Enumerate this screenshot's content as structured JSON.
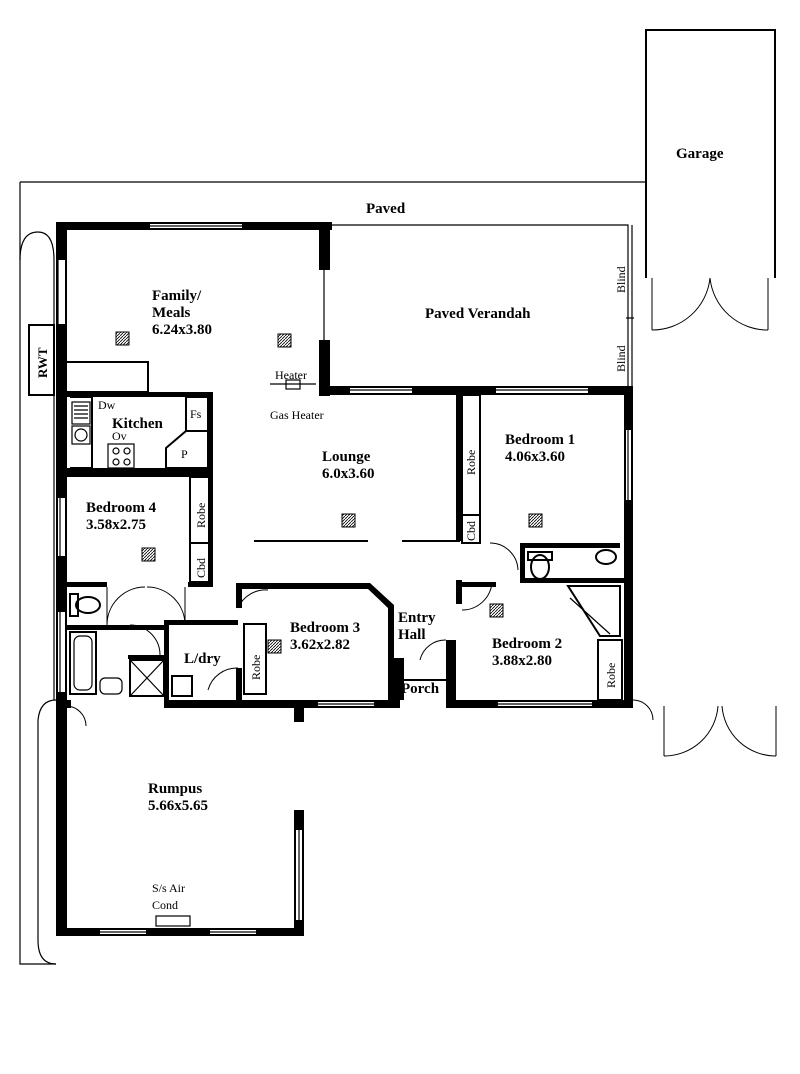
{
  "rooms": {
    "garage": {
      "name": "Garage"
    },
    "paved": {
      "name": "Paved"
    },
    "verandah": {
      "name": "Paved Verandah"
    },
    "family": {
      "name_line1": "Family/",
      "name_line2": "Meals",
      "size": "6.24x3.80"
    },
    "kitchen": {
      "name": "Kitchen"
    },
    "lounge": {
      "name": "Lounge",
      "size": "6.0x3.60"
    },
    "bedroom1": {
      "name": "Bedroom 1",
      "size": "4.06x3.60"
    },
    "bedroom2": {
      "name": "Bedroom 2",
      "size": "3.88x2.80"
    },
    "bedroom3": {
      "name": "Bedroom 3",
      "size": "3.62x2.82"
    },
    "bedroom4": {
      "name": "Bedroom 4",
      "size": "3.58x2.75"
    },
    "entry": {
      "name_line1": "Entry",
      "name_line2": "Hall"
    },
    "porch": {
      "name": "Porch"
    },
    "laundry": {
      "name": "L/dry"
    },
    "rumpus": {
      "name": "Rumpus",
      "size": "5.66x5.65"
    }
  },
  "fixtures": {
    "rwt": "RWT",
    "dw": "Dw",
    "ov": "Ov",
    "fs": "Fs",
    "p": "P",
    "heater": "Heater",
    "gas_heater": "Gas Heater",
    "blind_upper": "Blind",
    "blind_lower": "Blind",
    "robe_bed1": "Robe",
    "cbd_bed1": "Cbd",
    "robe_bed4": "Robe",
    "cbd_bed4": "Cbd",
    "robe_bed3": "Robe",
    "robe_bed2": "Robe",
    "aircon_line1": "S/s Air",
    "aircon_line2": "Cond"
  }
}
